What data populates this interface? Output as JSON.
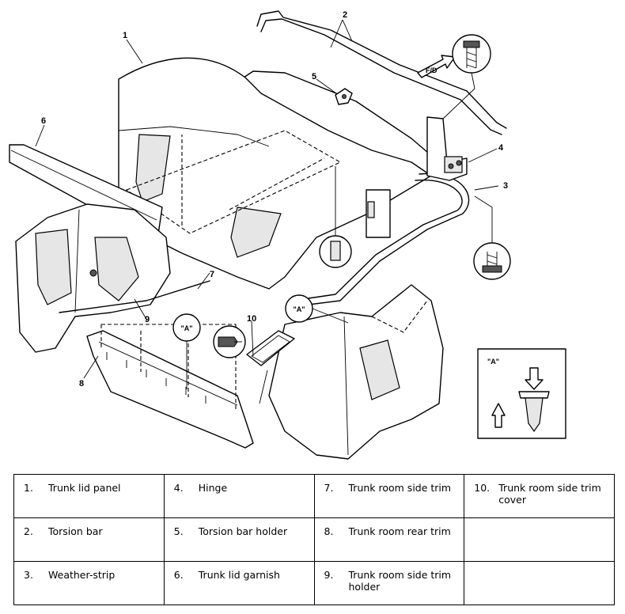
{
  "diagram": {
    "callouts": [
      "1",
      "2",
      "3",
      "4",
      "5",
      "6",
      "7",
      "8",
      "9",
      "10"
    ],
    "fwd_tag": "F/D",
    "ref_a": "\"A\""
  },
  "legend": {
    "rows": [
      [
        {
          "num": "1.",
          "name": "Trunk lid panel"
        },
        {
          "num": "4.",
          "name": "Hinge"
        },
        {
          "num": "7.",
          "name": "Trunk room side trim"
        },
        {
          "num": "10.",
          "name": "Trunk room side trim cover"
        }
      ],
      [
        {
          "num": "2.",
          "name": "Torsion bar"
        },
        {
          "num": "5.",
          "name": "Torsion bar holder"
        },
        {
          "num": "8.",
          "name": "Trunk room rear trim"
        },
        {
          "num": "",
          "name": ""
        }
      ],
      [
        {
          "num": "3.",
          "name": "Weather-strip"
        },
        {
          "num": "6.",
          "name": "Trunk lid garnish"
        },
        {
          "num": "9.",
          "name": "Trunk room side trim holder"
        },
        {
          "num": "",
          "name": ""
        }
      ]
    ]
  }
}
